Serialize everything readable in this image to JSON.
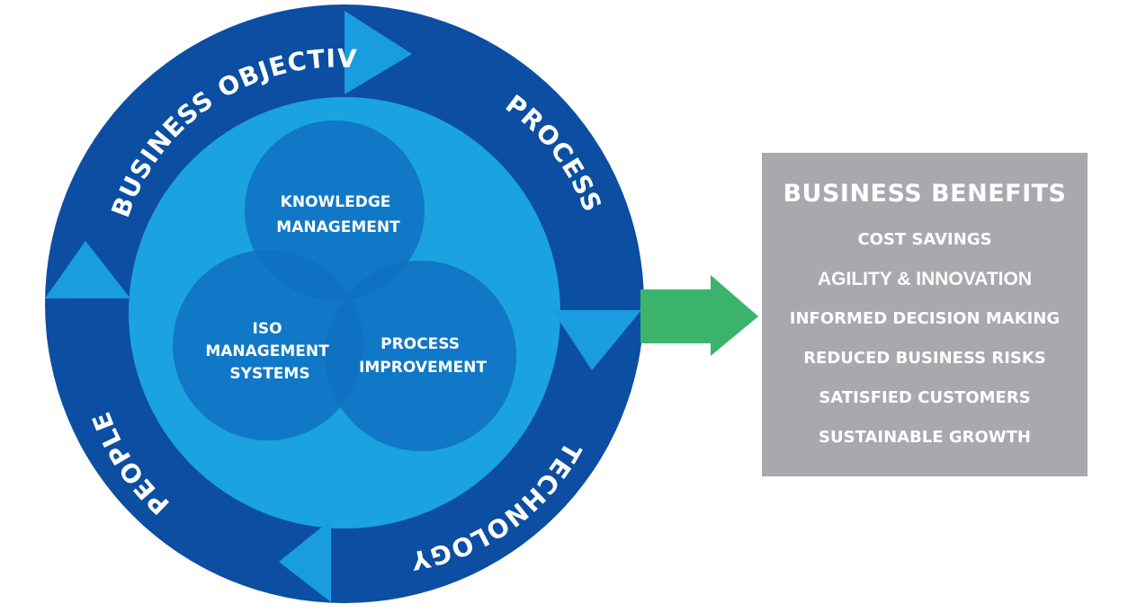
{
  "ring": {
    "business_objectives": "BUSINESS OBJECTIVES",
    "process": "PROCESS",
    "technology": "TECHNOLOGY",
    "people": "PEOPLE"
  },
  "venn": {
    "knowledge_management": [
      "KNOWLEDGE",
      "MANAGEMENT"
    ],
    "iso_management_systems": [
      "ISO",
      "MANAGEMENT",
      "SYSTEMS"
    ],
    "process_improvement": [
      "PROCESS",
      "IMPROVEMENT"
    ]
  },
  "benefits": {
    "title": "BUSINESS BENEFITS",
    "items": [
      "COST SAVINGS",
      "AGILITY & INNOVATION",
      "INFORMED DECISION MAKING",
      "REDUCED BUSINESS RISKS",
      "SATISFIED CUSTOMERS",
      "SUSTAINABLE GROWTH"
    ]
  },
  "colors": {
    "outer_ring": "#0b4ea2",
    "inner_disc": "#1aa3e0",
    "venn_circle": "#0f6fc0",
    "arrow_head": "#1a9de0",
    "green_arrow": "#3bb36a",
    "benefits_box": "#a7a9ac"
  }
}
